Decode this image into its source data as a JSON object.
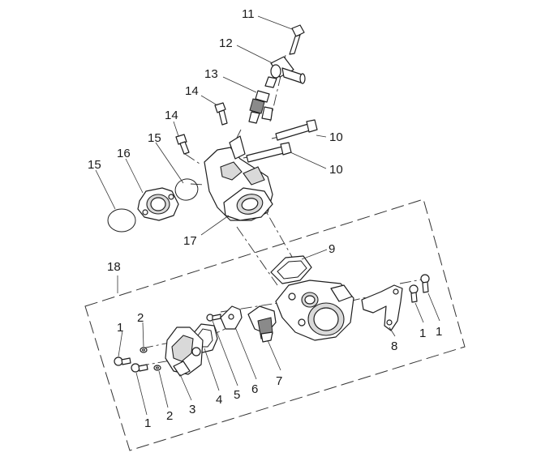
{
  "diagram": {
    "callouts": {
      "c1a": "1",
      "c1b": "1",
      "c1c": "1",
      "c1d": "1",
      "c2a": "2",
      "c2b": "2",
      "c3": "3",
      "c4": "4",
      "c5": "5",
      "c6": "6",
      "c7": "7",
      "c8": "8",
      "c9": "9",
      "c10a": "10",
      "c10b": "10",
      "c11": "11",
      "c12": "12",
      "c13": "13",
      "c14a": "14",
      "c14b": "14",
      "c15a": "15",
      "c15b": "15",
      "c16": "16",
      "c17": "17",
      "c18": "18"
    }
  }
}
